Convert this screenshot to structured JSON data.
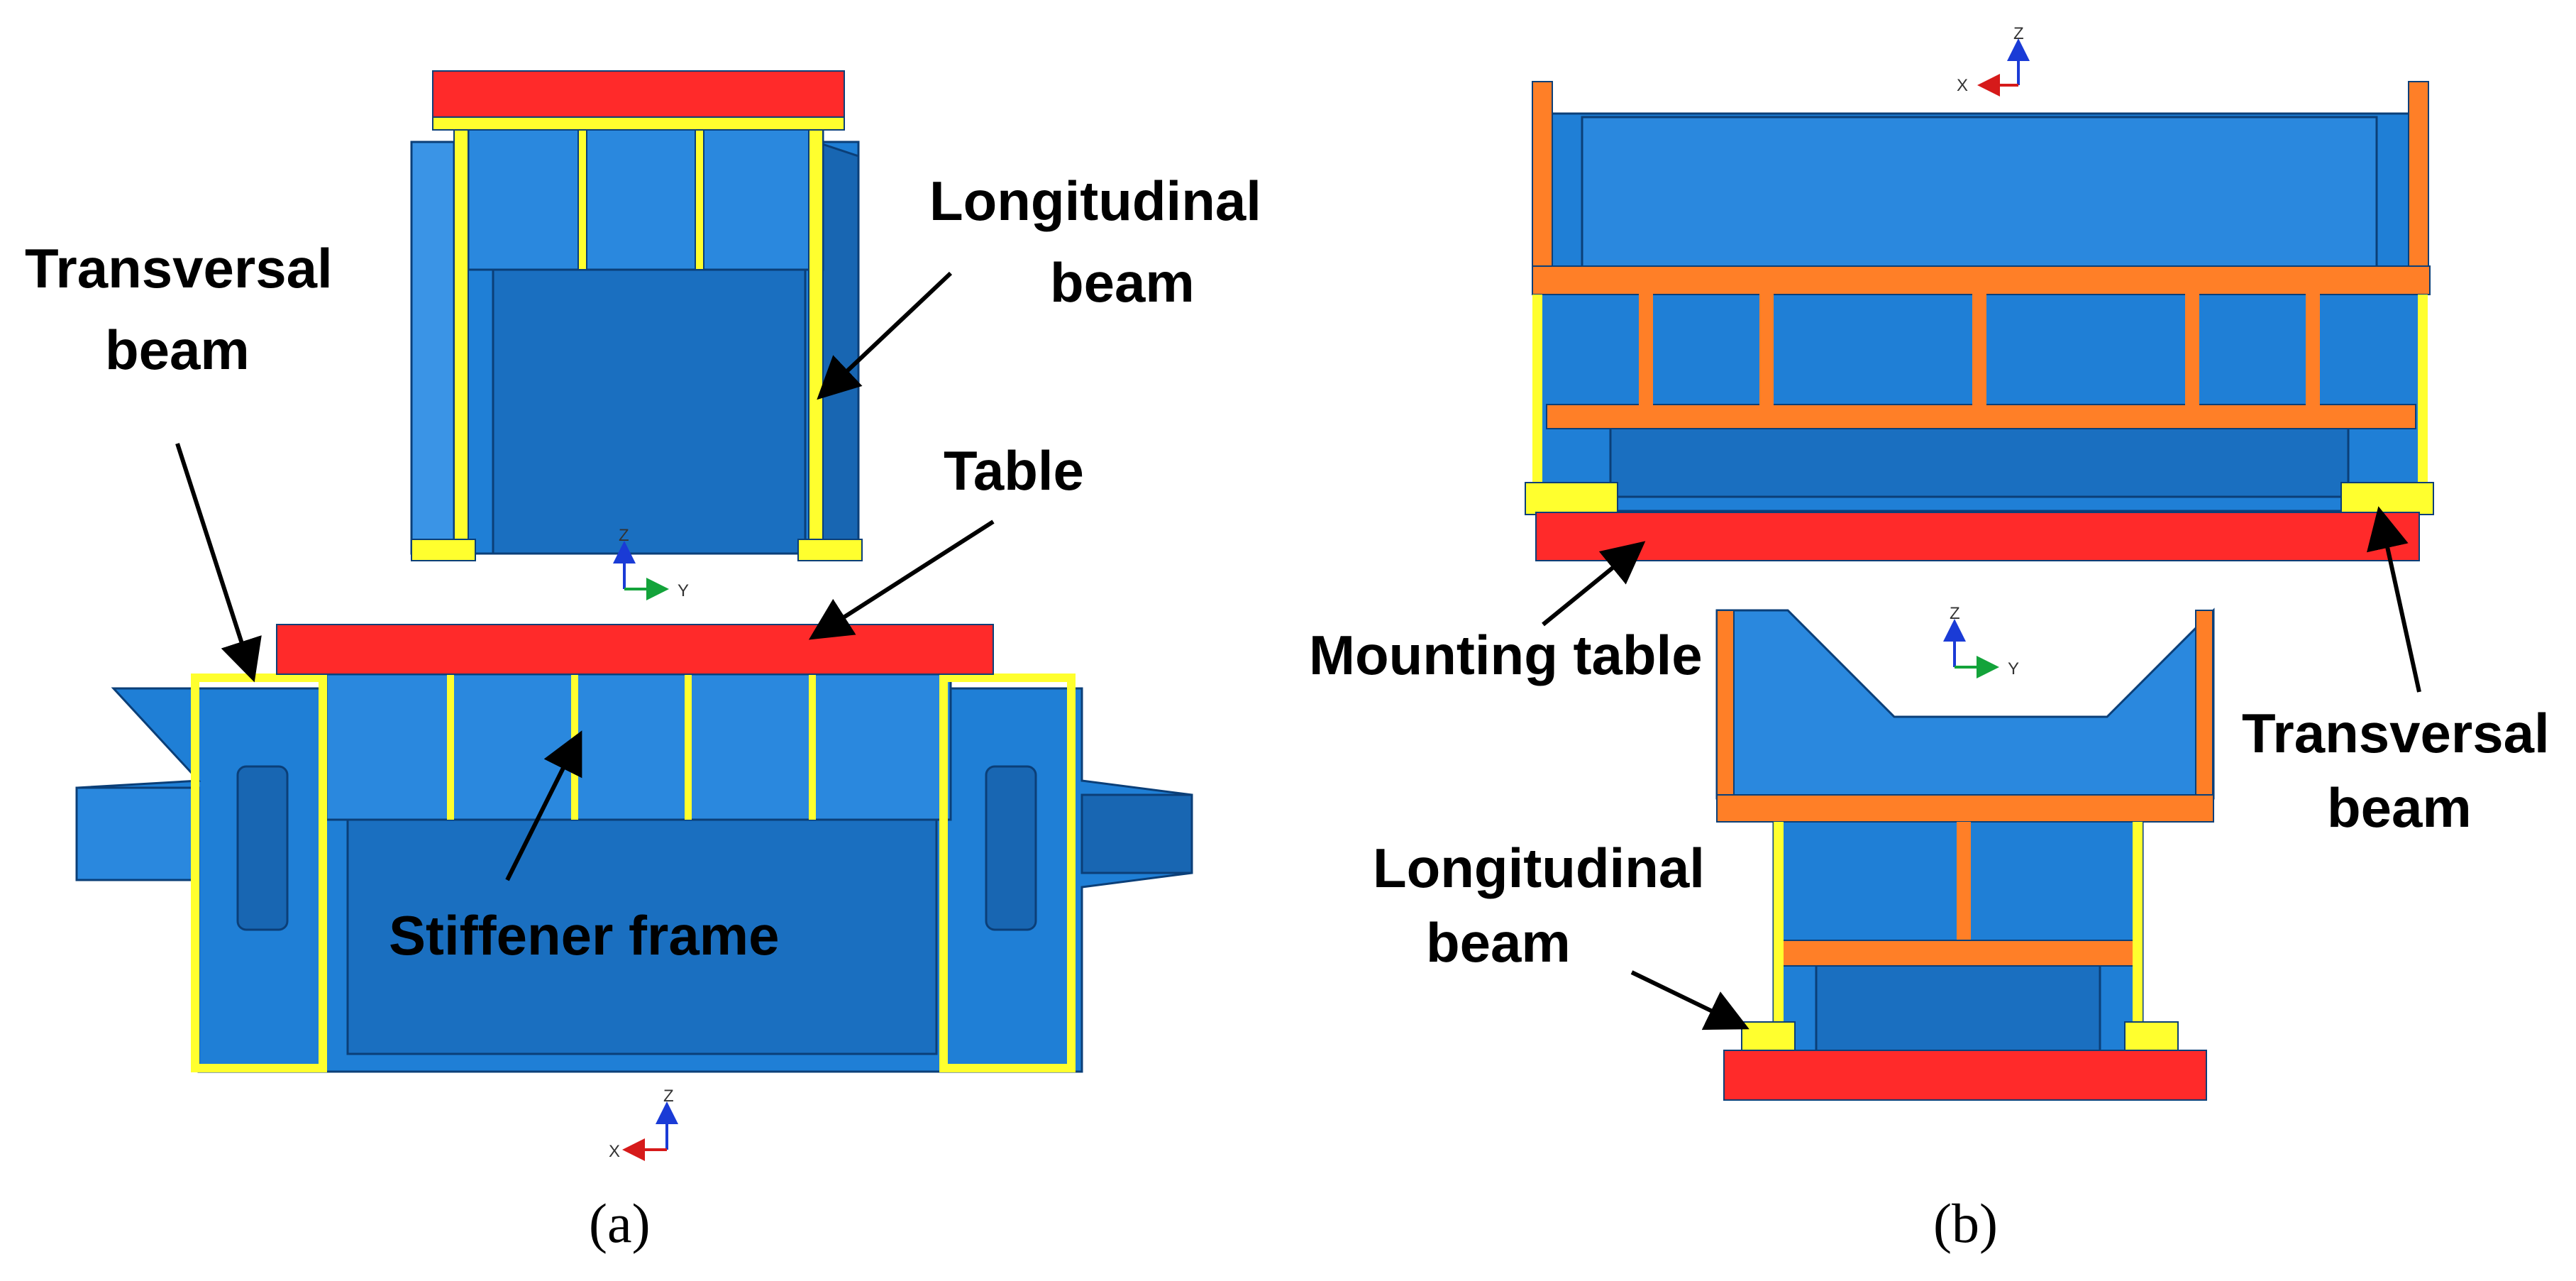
{
  "colors": {
    "body_blue": "#1f7fd6",
    "body_blue_dark": "#1866b2",
    "body_blue_light": "#3a94e6",
    "table_red": "#ff2a2a",
    "beam_yellow": "#ffff2e",
    "frame_orange": "#ff7f27",
    "outline": "#0b3f78"
  },
  "panel_a": {
    "label_longitudinal_line1": "Longitudinal",
    "label_longitudinal_line2": "beam",
    "label_transversal_line1": "Transversal",
    "label_transversal_line2": "beam",
    "label_table": "Table",
    "label_stiffener": "Stiffener frame",
    "caption": "(a)",
    "axes_top": {
      "up": "Z",
      "right": "Y"
    },
    "axes_bottom": {
      "up": "Z",
      "left": "X"
    }
  },
  "panel_b": {
    "label_mounting": "Mounting table",
    "label_transversal_line1": "Transversal",
    "label_transversal_line2": "beam",
    "label_longitudinal_line1": "Longitudinal",
    "label_longitudinal_line2": "beam",
    "caption": "(b)",
    "axes_top": {
      "up": "Z",
      "left": "X"
    },
    "axes_bottom": {
      "up": "Z",
      "right": "Y"
    }
  }
}
